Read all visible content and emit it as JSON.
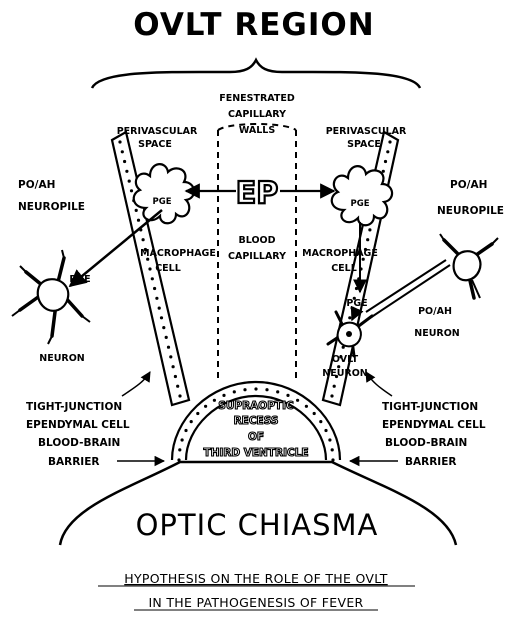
{
  "title": "OVLT REGION",
  "labels": {
    "fenestrated_1": "FENESTRATED",
    "fenestrated_2": "CAPILLARY",
    "fenestrated_3": "WALLS",
    "perivascular_left_1": "PERIVASCULAR",
    "perivascular_left_2": "SPACE",
    "perivascular_right_1": "PERIVASCULAR",
    "perivascular_right_2": "SPACE",
    "poah_left_1": "PO/AH",
    "poah_left_2": "NEUROPILE",
    "poah_right_1": "PO/AH",
    "poah_right_2": "NEUROPILE",
    "ep": "EP",
    "pge_macro_left": "PGE",
    "pge_macro_right": "PGE",
    "macrophage_left_1": "MACROPHAGE",
    "macrophage_left_2": "CELL",
    "macrophage_right_1": "MACROPHAGE",
    "macrophage_right_2": "CELL",
    "blood_capillary_1": "BLOOD",
    "blood_capillary_2": "CAPILLARY",
    "pge_neuron_left": "PGE",
    "neuron_left": "NEURON",
    "pge_right": "PGE",
    "poah_neuron_1": "PO/AH",
    "poah_neuron_2": "NEURON",
    "ovlt_neuron_1": "OVLT",
    "ovlt_neuron_2": "NEURON",
    "left_bottom_1": "TIGHT-JUNCTION",
    "left_bottom_2": "EPENDYMAL CELL",
    "left_bottom_3": "BLOOD-BRAIN",
    "left_bottom_4": "BARRIER",
    "right_bottom_1": "TIGHT-JUNCTION",
    "right_bottom_2": "EPENDYMAL CELL",
    "right_bottom_3": "BLOOD-BRAIN",
    "right_bottom_4": "BARRIER",
    "recess_1": "SUPRAOPTIC",
    "recess_2": "RECESS",
    "recess_3": "OF",
    "recess_4": "THIRD VENTRICLE",
    "optic_chiasma": "OPTIC CHIASMA"
  },
  "caption": {
    "line1": "HYPOTHESIS ON THE ROLE OF THE OVLT",
    "line2": "IN THE PATHOGENESIS OF FEVER"
  },
  "colors": {
    "ink": "#000000",
    "paper": "#ffffff"
  }
}
